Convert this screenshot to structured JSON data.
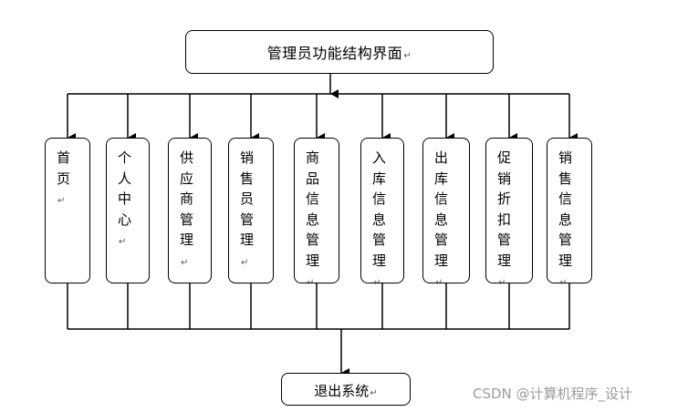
{
  "title": "管理员功能结构界面",
  "modules": [
    {
      "label": "首页"
    },
    {
      "label": "个人中心"
    },
    {
      "label": "供应商管理"
    },
    {
      "label": "销售员管理"
    },
    {
      "label": "商品信息管理"
    },
    {
      "label": "入库信息管理"
    },
    {
      "label": "出库信息管理"
    },
    {
      "label": "促销折扣管理"
    },
    {
      "label": "销售信息管理"
    }
  ],
  "exit": "退出系统",
  "paragraph_mark": "↵",
  "watermark": "CSDN @计算机程序_设计"
}
